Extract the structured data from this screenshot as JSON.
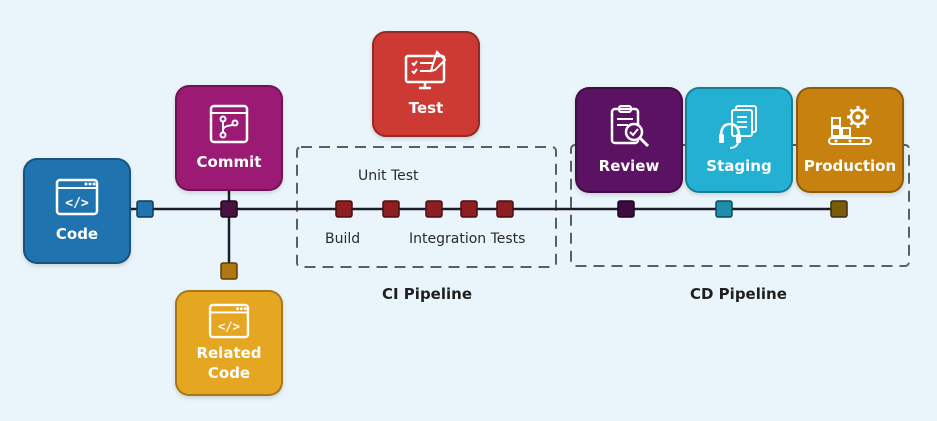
{
  "stages": {
    "code": {
      "label": "Code",
      "icon": "code-window-icon",
      "color": "#1f74b0"
    },
    "commit": {
      "label": "Commit",
      "icon": "git-branch-icon",
      "color": "#9b1a73"
    },
    "test": {
      "label": "Test",
      "icon": "checklist-monitor-icon",
      "color": "#cd3a34"
    },
    "related_code": {
      "label": "Related\nCode",
      "icon": "code-window-icon",
      "color": "#e5a722"
    },
    "review": {
      "label": "Review",
      "icon": "clipboard-magnifier-icon",
      "color": "#5c1262"
    },
    "staging": {
      "label": "Staging",
      "icon": "headset-documents-icon",
      "color": "#23b0d3"
    },
    "production": {
      "label": "Production",
      "icon": "gear-conveyor-icon",
      "color": "#c7810e"
    }
  },
  "ci": {
    "title": "CI Pipeline",
    "steps": {
      "unit_test": "Unit Test",
      "build": "Build",
      "integration": "Integration Tests"
    }
  },
  "cd": {
    "title": "CD Pipeline"
  },
  "colors": {
    "line": "#1c1c2a",
    "node_code": "#1f74b0",
    "node_commit": "#4a1240",
    "node_ci": "#8d1e22",
    "node_related": "#b07712",
    "node_review": "#3d0b40",
    "node_staging": "#1c8fab",
    "node_production": "#7a5b0c",
    "dashed_border": "#5a5f66"
  }
}
